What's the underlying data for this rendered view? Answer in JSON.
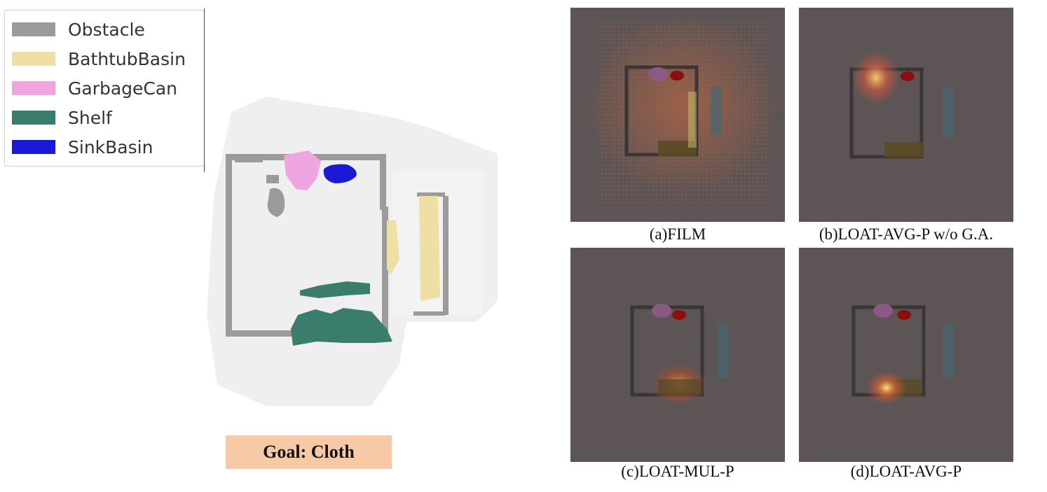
{
  "legend": {
    "items": [
      {
        "label": "Obstacle",
        "color": "#9b9b9b"
      },
      {
        "label": "BathtubBasin",
        "color": "#eedfa4"
      },
      {
        "label": "GarbageCan",
        "color": "#eea5e0"
      },
      {
        "label": "Shelf",
        "color": "#3a7d6d"
      },
      {
        "label": "SinkBasin",
        "color": "#1a1ad6"
      }
    ]
  },
  "goal": {
    "label": "Goal: Cloth",
    "background": "#f6c9a7"
  },
  "panels": [
    {
      "caption": "(a)FILM"
    },
    {
      "caption": "(b)LOAT-AVG-P w/o G.A."
    },
    {
      "caption": "(c)LOAT-MUL-P"
    },
    {
      "caption": "(d)LOAT-AVG-P"
    }
  ]
}
